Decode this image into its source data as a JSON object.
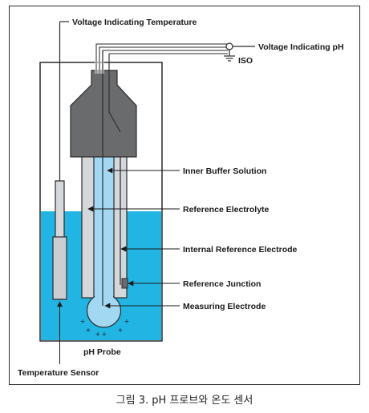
{
  "labels": {
    "voltage_temperature": "Voltage Indicating Temperature",
    "voltage_ph": "Voltage Indicating pH",
    "iso": "ISO",
    "inner_buffer": "Inner Buffer Solution",
    "reference_electrolyte": "Reference Electrolyte",
    "internal_reference_electrode": "Internal Reference Electrode",
    "reference_junction": "Reference Junction",
    "measuring_electrode": "Measuring Electrode",
    "ph_probe": "pH Probe",
    "temperature_sensor": "Temperature Sensor"
  },
  "caption": "그림 3. pH 프로브와 온도 센서",
  "colors": {
    "solution": "#22b5e3",
    "inner_buffer": "#a3d8f2",
    "probe_head": "#6a6b6d",
    "probe_body": "#d4d8db",
    "outline": "#2a2a2a"
  }
}
